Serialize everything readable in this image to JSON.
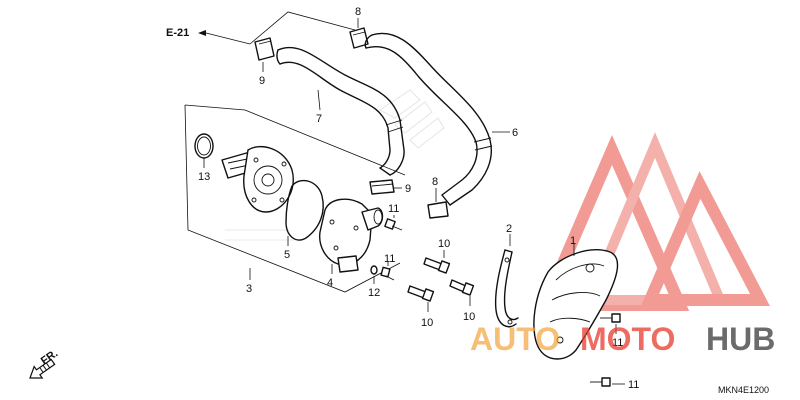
{
  "diagram": {
    "reference_label": "E-21",
    "direction_label": "FR.",
    "drawing_code": "MKN4E1200",
    "callouts": [
      "1",
      "2",
      "3",
      "4",
      "5",
      "6",
      "7",
      "8",
      "8",
      "9",
      "9",
      "10",
      "10",
      "10",
      "11",
      "11",
      "11",
      "11",
      "12",
      "13"
    ]
  },
  "watermark": {
    "text_auto": "AUTO",
    "text_moto": "MOTO",
    "text_hub": "HUB",
    "colors": {
      "logo_red": "#e8392e",
      "auto_orange": "#f2a43a",
      "hub_gray": "#6b6b6b"
    }
  }
}
